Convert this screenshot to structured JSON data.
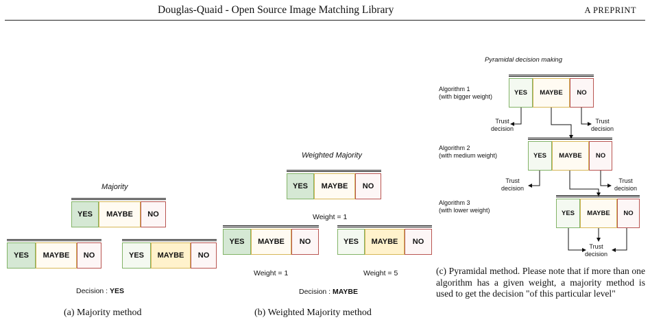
{
  "header": {
    "title": "Douglas-Quaid - Open Source Image Matching Library",
    "right": "A PREPRINT"
  },
  "panel_a": {
    "title": "Majority",
    "top_box": {
      "yes": "YES",
      "maybe": "MAYBE",
      "no": "NO"
    },
    "left_box": {
      "yes": "YES",
      "maybe": "MAYBE",
      "no": "NO"
    },
    "right_box": {
      "yes": "YES",
      "maybe": "MAYBE",
      "no": "NO"
    },
    "decision_prefix": "Decision : ",
    "decision_value": "YES",
    "caption": "(a) Majority method"
  },
  "panel_b": {
    "title": "Weighted Majority",
    "top_box": {
      "yes": "YES",
      "maybe": "MAYBE",
      "no": "NO"
    },
    "top_weight": "Weight = 1",
    "left_box": {
      "yes": "YES",
      "maybe": "MAYBE",
      "no": "NO"
    },
    "left_weight": "Weight = 1",
    "right_box": {
      "yes": "YES",
      "maybe": "MAYBE",
      "no": "NO"
    },
    "right_weight": "Weight = 5",
    "decision_prefix": "Decision : ",
    "decision_value": "MAYBE",
    "caption": "(b) Weighted Majority method"
  },
  "panel_c": {
    "title": "Pyramidal decision making",
    "algo1": {
      "line1": "Algorithm 1",
      "line2": "(with bigger weight)"
    },
    "algo2": {
      "line1": "Algorithm 2",
      "line2": "(with medium weight)"
    },
    "algo3": {
      "line1": "Algorithm 3",
      "line2": "(with lower weight)"
    },
    "box1": {
      "yes": "YES",
      "maybe": "MAYBE",
      "no": "NO"
    },
    "box2": {
      "yes": "YES",
      "maybe": "MAYBE",
      "no": "NO"
    },
    "box3": {
      "yes": "YES",
      "maybe": "MAYBE",
      "no": "NO"
    },
    "trust_line1": "Trust",
    "trust_line2": "decision",
    "caption": "(c) Pyramidal method. Please note that if more than one algorithm has a given weight, a majority method is used to get the decision \"of this particular level\""
  },
  "colors": {
    "yes_border": "#82b366",
    "yes_fill": "#d5e8d4",
    "maybe_border": "#d6b656",
    "maybe_fill": "#fff2cc",
    "no_border": "#b85450"
  }
}
